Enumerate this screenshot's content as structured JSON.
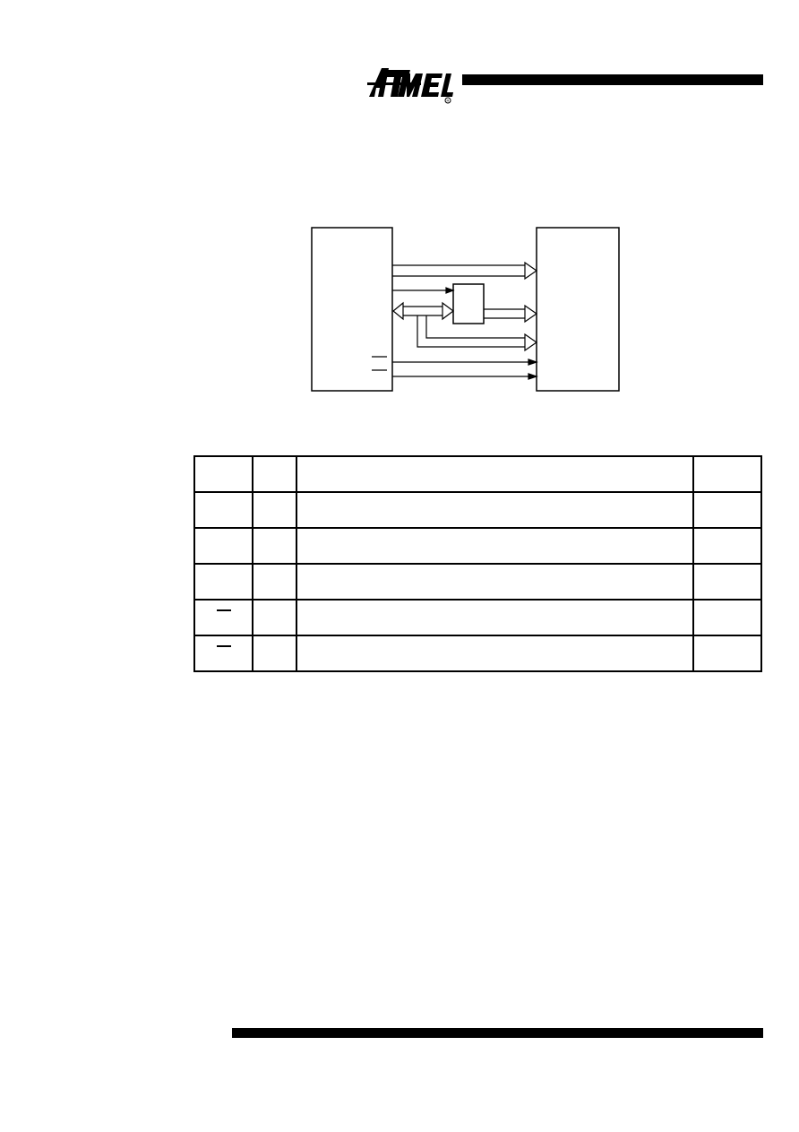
{
  "header": {
    "logo_text": "ATMEL",
    "logo_mark": "registered-mark"
  },
  "diagram": {
    "connections": [
      {
        "type": "bus",
        "direction": "right"
      },
      {
        "type": "line",
        "direction": "right",
        "to": "latch"
      },
      {
        "type": "bus",
        "direction": "bidirectional",
        "to": "latch"
      },
      {
        "type": "bus",
        "direction": "right",
        "from": "latch"
      },
      {
        "type": "bus",
        "direction": "right"
      },
      {
        "type": "line",
        "direction": "right",
        "active_low": true
      },
      {
        "type": "line",
        "direction": "right",
        "active_low": true
      }
    ]
  },
  "signal_table": {
    "rows": [
      {
        "pin": "",
        "io": "",
        "description": "",
        "ref": "",
        "active_low": false
      },
      {
        "pin": "",
        "io": "",
        "description": "",
        "ref": "",
        "active_low": false
      },
      {
        "pin": "",
        "io": "",
        "description": "",
        "ref": "",
        "active_low": false
      },
      {
        "pin": "",
        "io": "",
        "description": "",
        "ref": "",
        "active_low": false
      },
      {
        "pin": "",
        "io": "",
        "description": "",
        "ref": "",
        "active_low": true
      },
      {
        "pin": "",
        "io": "",
        "description": "",
        "ref": "",
        "active_low": true
      }
    ]
  }
}
